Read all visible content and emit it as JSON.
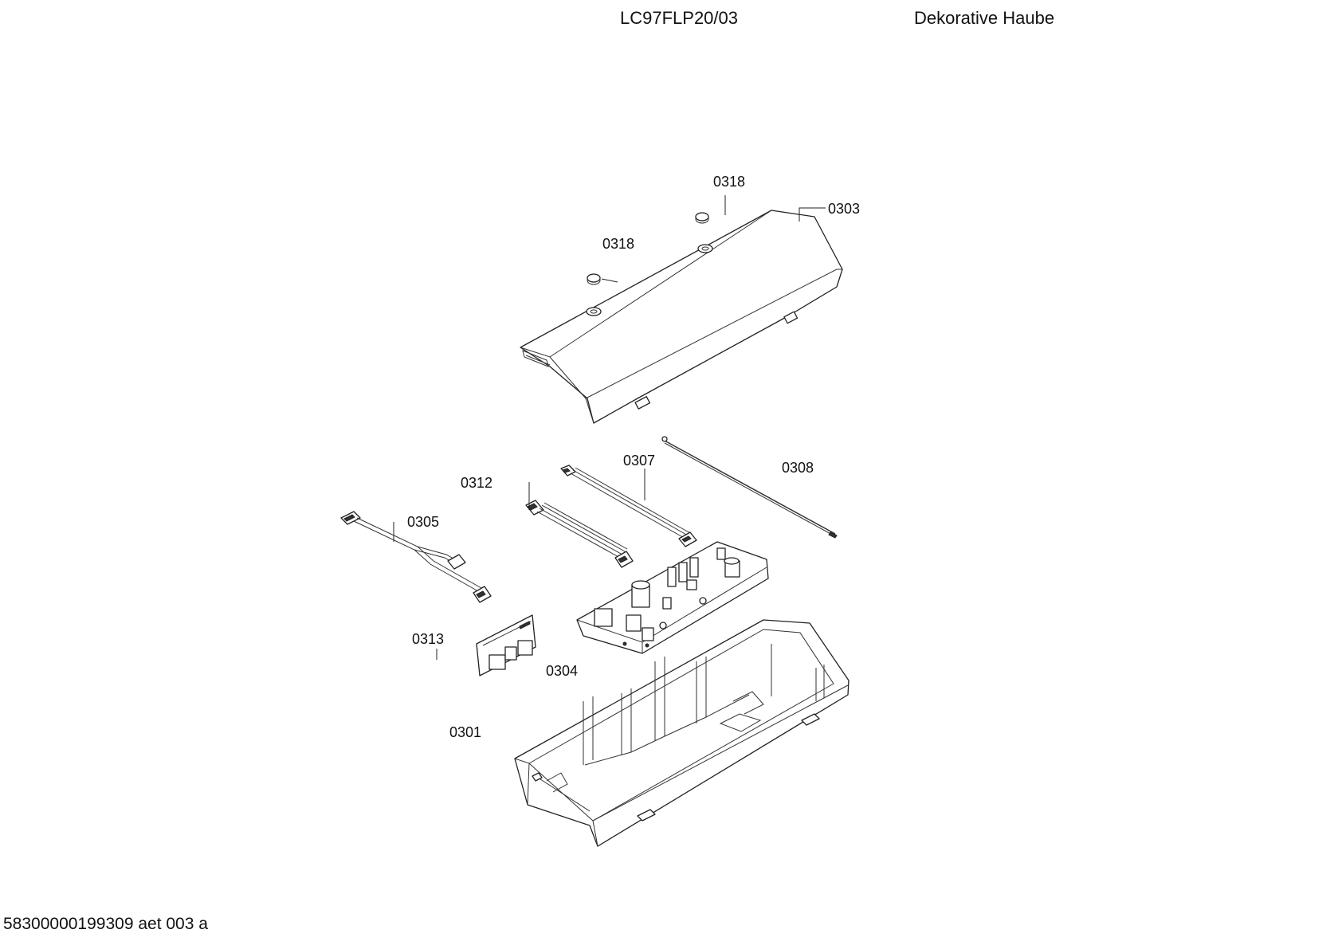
{
  "header": {
    "model": "LC97FLP20/03",
    "title": "Dekorative Haube"
  },
  "footer": {
    "code": "58300000199309 aet 003 a"
  },
  "callouts": {
    "p0318a": "0318",
    "p0318b": "0318",
    "p0303": "0303",
    "p0307": "0307",
    "p0308": "0308",
    "p0312": "0312",
    "p0305": "0305",
    "p0313": "0313",
    "p0304": "0304",
    "p0301": "0301"
  }
}
